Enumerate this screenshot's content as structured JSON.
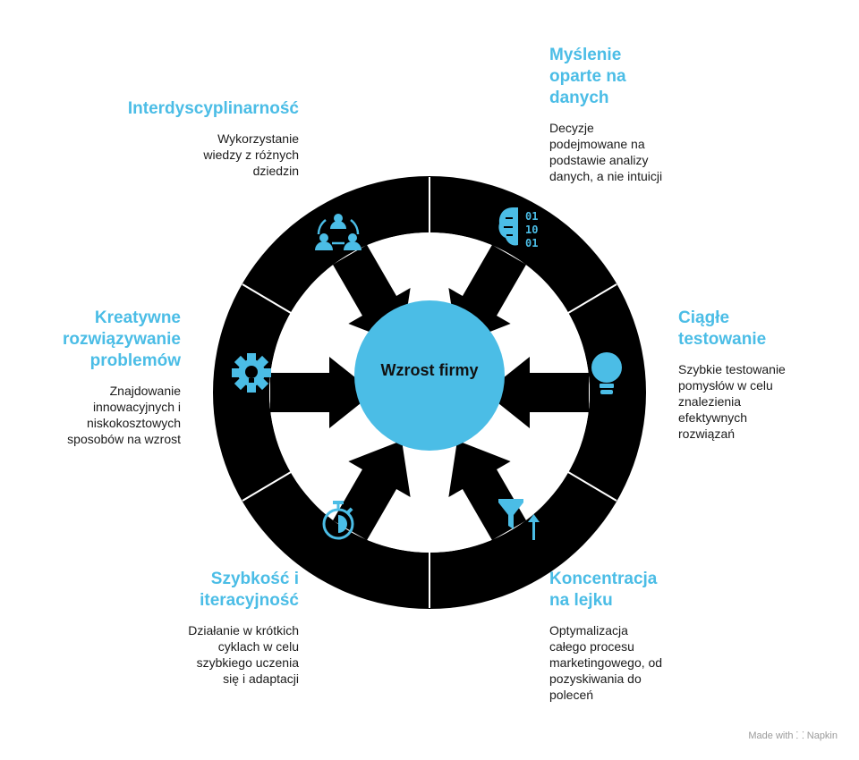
{
  "center": {
    "label": "Wzrost firmy"
  },
  "colors": {
    "accent": "#4bbde6",
    "ring": "#000000",
    "text": "#1a1a1a"
  },
  "segments": [
    {
      "title": "Myślenie\noparte na\ndanych",
      "description": "Decyzje\npodejmowane na\npodstawie analizy\ndanych, a nie intuicji",
      "icon": "brain-binary-icon"
    },
    {
      "title": "Ciągłe\ntestowanie",
      "description": "Szybkie testowanie\npomysłów w celu\nznalezienia\nefektywnych\nrozwiązań",
      "icon": "lightbulb-icon"
    },
    {
      "title": "Koncentracja\nna lejku",
      "description": "Optymalizacja\ncałego procesu\nmarketingowego, od\npozyskiwania do\npoleceń",
      "icon": "funnel-arrow-icon"
    },
    {
      "title": "Szybkość i\niteracyjność",
      "description": "Działanie w krótkich\ncyklach w celu\nszybkiego uczenia\nsię i adaptacji",
      "icon": "stopwatch-icon"
    },
    {
      "title": "Kreatywne\nrozwiązywanie\nproblemów",
      "description": "Znajdowanie\ninnowacyjnych i\nniskokosztowych\nsposobów na wzrost",
      "icon": "gear-bulb-icon"
    },
    {
      "title": "Interdyscyplinarność",
      "description": "Wykorzystanie\nwiedzy z różnych\ndziedzin",
      "icon": "team-network-icon"
    }
  ],
  "footer": {
    "text": "Made with ⸬ Napkin"
  }
}
